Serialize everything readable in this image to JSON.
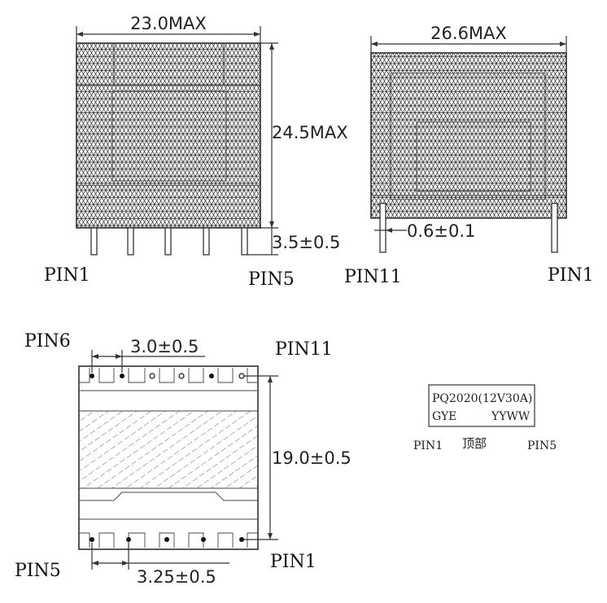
{
  "side_view": {
    "width_dim": "23.0MAX",
    "height_dim": "24.5MAX",
    "pin_length_dim": "3.5±0.5",
    "pin_left": "PIN1",
    "pin_right": "PIN5"
  },
  "front_view": {
    "width_dim": "26.6MAX",
    "pin_dim": "0.6±0.1",
    "pin_left": "PIN11",
    "pin_right": "PIN1"
  },
  "bottom_view": {
    "pin_pitch_top": "3.0±0.5",
    "pin_pitch_bottom": "3.25±0.5",
    "row_spacing": "19.0±0.5",
    "pin_top_left": "PIN6",
    "pin_top_right": "PIN11",
    "pin_bottom_left": "PIN5",
    "pin_bottom_right": "PIN1"
  },
  "marking": {
    "line1": "PQ2020(12V30A)",
    "line2_left": "GYE",
    "line2_right": "YYWW",
    "pin_left": "PIN1",
    "top_label": "顶部",
    "pin_right": "PIN5"
  }
}
